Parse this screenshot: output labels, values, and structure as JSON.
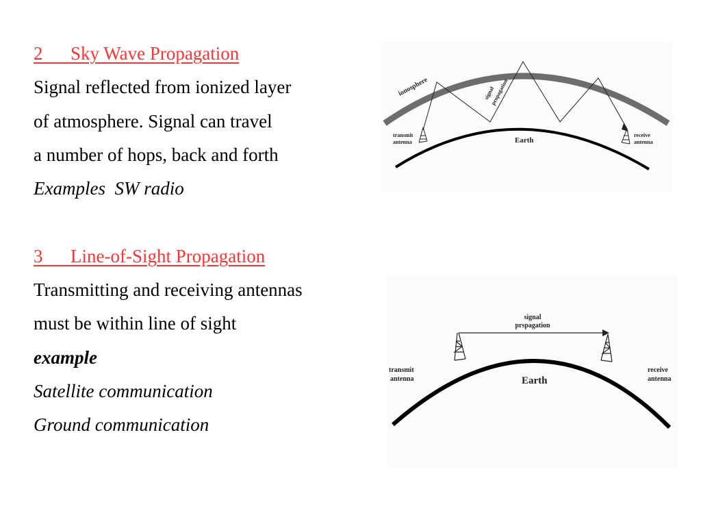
{
  "sections": [
    {
      "heading": "2      Sky Wave Propagation",
      "lines": [
        "Signal reflected from ionized layer",
        "of atmosphere. Signal can travel",
        "a number of hops, back and forth"
      ],
      "examples": "Examples  SW radio"
    },
    {
      "heading": "3      Line-of-Sight Propagation",
      "lines": [
        "Transmitting and receiving antennas",
        "must be within line of sight"
      ],
      "example_label": "example",
      "example_items": [
        "Satellite communication",
        "Ground communication"
      ]
    }
  ],
  "figures": {
    "sky_wave": {
      "ionosphere": "ionosphere",
      "signal": "signal",
      "propagation": "propagation",
      "transmit": "transmit",
      "transmit_antenna": "antenna",
      "receive": "receive",
      "receive_antenna": "antenna",
      "earth": "Earth"
    },
    "line_of_sight": {
      "signal": "signal",
      "propagation": "prspagation",
      "transmit": "transmit",
      "transmit_antenna": "antenna",
      "receive": "receive",
      "receive_antenna": "antenna",
      "earth": "Earth"
    }
  }
}
